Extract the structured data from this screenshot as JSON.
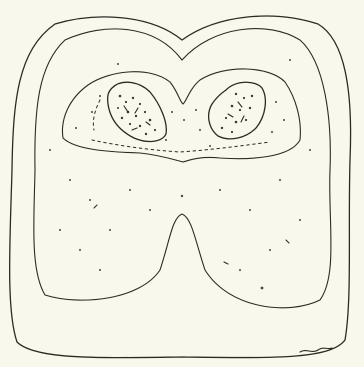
{
  "image": {
    "background_color": "#f9f8ec",
    "ink_color": "#2c2a24",
    "contours": [
      {
        "name": "outer-outline-contour"
      },
      {
        "name": "middle-outline-contour"
      },
      {
        "name": "inner-bilobed-contour"
      },
      {
        "name": "left-island-contour"
      },
      {
        "name": "right-island-contour"
      }
    ]
  }
}
